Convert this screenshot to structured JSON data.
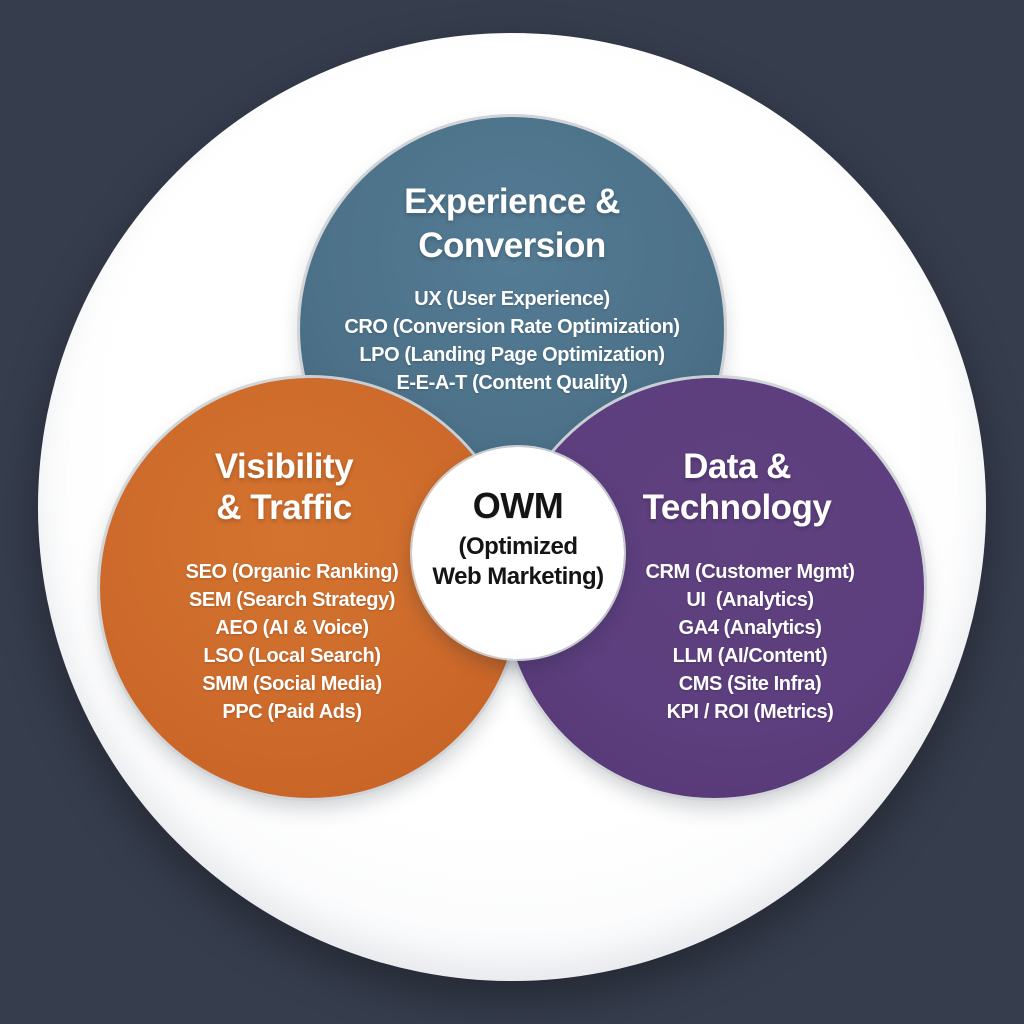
{
  "diagram": {
    "center": {
      "acronym": "OWM",
      "subtitle_line1": "(Optimized",
      "subtitle_line2": "Web Marketing)"
    },
    "circles": {
      "experience": {
        "title_line1": "Experience &",
        "title_line2": "Conversion",
        "color": "#4c7188",
        "items": [
          "UX (User Experience)",
          "CRO (Conversion Rate Optimization)",
          "LPO (Landing Page Optimization)",
          "E-E-A-T (Content Quality)"
        ]
      },
      "visibility": {
        "title_line1": "Visibility",
        "title_line2": "& Traffic",
        "color": "#cd6a2b",
        "items": [
          "SEO (Organic Ranking)",
          "SEM (Search Strategy)",
          "AEO (AI & Voice)",
          "LSO (Local Search)",
          "SMM (Social Media)",
          "PPC (Paid Ads)"
        ]
      },
      "data": {
        "title_line1": "Data &",
        "title_line2": "Technology",
        "color": "#5d3e7e",
        "items": [
          "CRM (Customer Mgmt)",
          "UI  (Analytics)",
          "GA4 (Analytics)",
          "LLM (AI/Content)",
          "CMS (Site Infra)",
          "KPI / ROI (Metrics)"
        ]
      }
    },
    "colors": {
      "background": "#363d4d",
      "outer_circle": "#ffffff",
      "experience_circle": "#4c7188",
      "visibility_circle": "#cd6a2b",
      "data_circle": "#5d3e7e",
      "item_text": "#ffffff",
      "center_text": "#141414",
      "circle_stroke": "#cdd2d6"
    }
  }
}
